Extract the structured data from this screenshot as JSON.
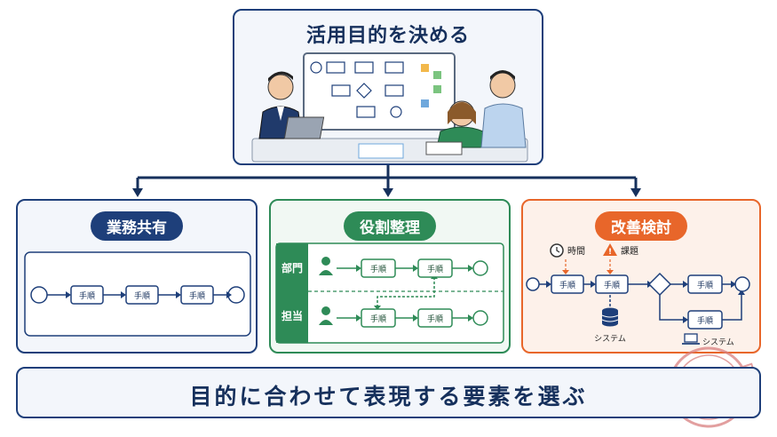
{
  "header": {
    "title": "活用目的を決める"
  },
  "panels": {
    "share": {
      "title": "業務共有",
      "steps": [
        "手順",
        "手順",
        "手順"
      ]
    },
    "roles": {
      "title": "役割整理",
      "lane1": "部門",
      "lane2": "担当",
      "step": "手順"
    },
    "improve": {
      "title": "改善検討",
      "time_label": "時間",
      "issue_label": "課題",
      "step": "手順",
      "system_label": "システム",
      "system_label2": "システム"
    }
  },
  "footer": {
    "text": "目的に合わせて表現する要素を選ぶ"
  },
  "colors": {
    "navy": "#1e3f7a",
    "green": "#2e8b57",
    "orange": "#e8662a"
  }
}
